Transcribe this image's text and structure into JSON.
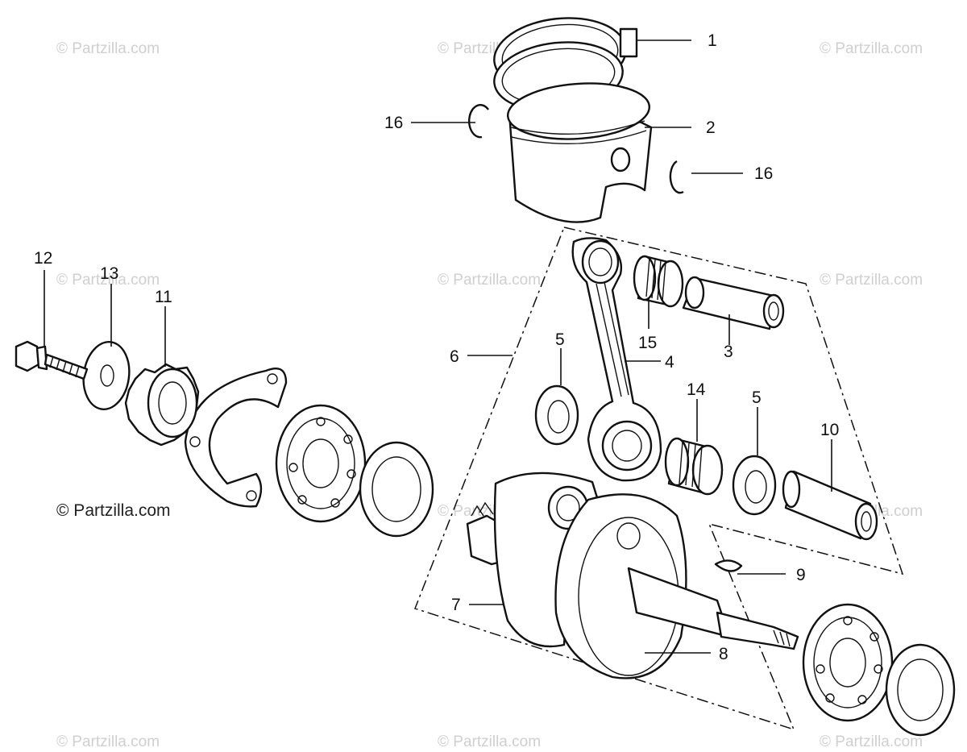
{
  "watermark": "© Partzilla.com",
  "copyright": "© Partzilla.com",
  "callouts": {
    "c1": "1",
    "c2": "2",
    "c3": "3",
    "c4": "4",
    "c5a": "5",
    "c5b": "5",
    "c6": "6",
    "c7": "7",
    "c8": "8",
    "c9": "9",
    "c10": "10",
    "c11": "11",
    "c12": "12",
    "c13": "13",
    "c14": "14",
    "c15": "15",
    "c16a": "16",
    "c16b": "16"
  }
}
